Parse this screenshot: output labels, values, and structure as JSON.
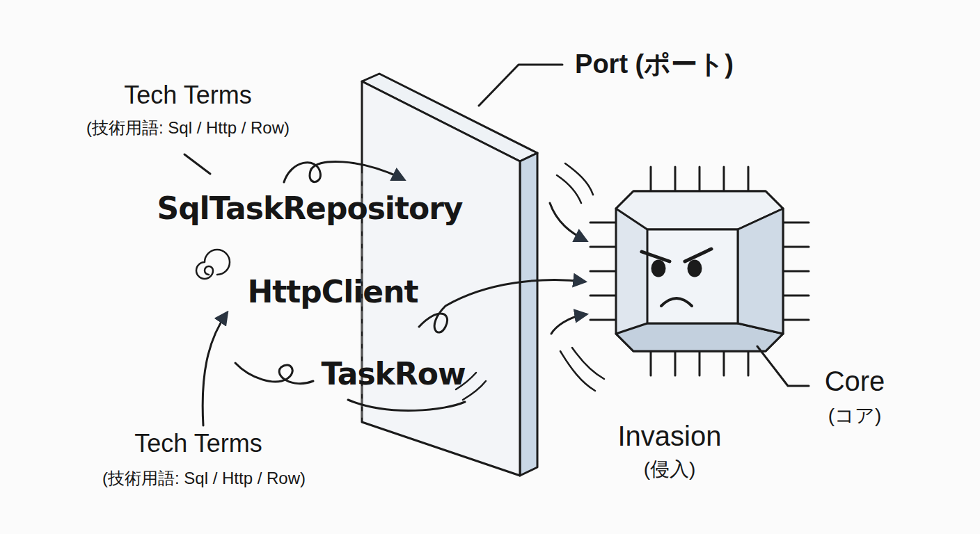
{
  "diagram": {
    "labels": [
      "Port (ポート)",
      "Tech Terms",
      "(技術用語: Sql / Http / Row)",
      "SqlTaskRepository",
      "HttpClient",
      "TaskRow",
      "Tech Terms",
      "(技術用語: Sql / Http / Row)",
      "Core",
      "(コア)",
      "Invasion",
      "(侵入)"
    ]
  }
}
